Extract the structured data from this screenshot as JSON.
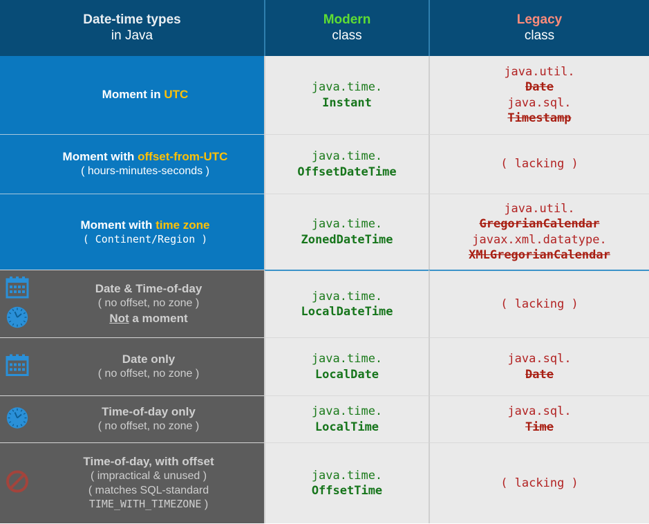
{
  "header": {
    "col1_line1": "Date-time types",
    "col1_line2": "in Java",
    "col2_word": "Modern",
    "col2_line2": "class",
    "col3_word": "Legacy",
    "col3_line2": "class"
  },
  "colors": {
    "header_bg": "#084c77",
    "blue_row": "#0b78bf",
    "gray_row": "#5c5c5c",
    "code_bg": "#eaeaea",
    "modern_green": "#5fdd33",
    "legacy_salmon": "#ff8b7a",
    "highlight_amber": "#ffc107",
    "modern_code": "#16751b",
    "legacy_code": "#b22222"
  },
  "rows": [
    {
      "style": "blue",
      "icons": [],
      "desc_main_pre": "Moment in ",
      "desc_main_hl": "UTC",
      "desc_sub": "",
      "desc_sub3": "",
      "modern": [
        {
          "pkg": "java.time.",
          "cls": "Instant"
        }
      ],
      "legacy": [
        {
          "pkg": "java.util.",
          "cls": "Date"
        },
        {
          "pkg": "java.sql.",
          "cls": "Timestamp"
        }
      ],
      "legacy_lacking": ""
    },
    {
      "style": "blue",
      "icons": [],
      "desc_main_pre": "Moment with ",
      "desc_main_hl": "offset-from-UTC",
      "desc_sub": "( hours-minutes-seconds )",
      "desc_sub3": "",
      "modern": [
        {
          "pkg": "java.time.",
          "cls": "OffsetDateTime"
        }
      ],
      "legacy": [],
      "legacy_lacking": "( lacking )"
    },
    {
      "style": "blue",
      "icons": [],
      "desc_main_pre": "Moment with ",
      "desc_main_hl": "time zone",
      "desc_sub_mono": "( Continent/Region )",
      "desc_sub3": "",
      "modern": [
        {
          "pkg": "java.time.",
          "cls": "ZonedDateTime"
        }
      ],
      "legacy": [
        {
          "pkg": "java.util.",
          "cls": "GregorianCalendar"
        },
        {
          "pkg": "javax.xml.datatype.",
          "cls": "XMLGregorianCalendar"
        }
      ],
      "legacy_lacking": ""
    },
    {
      "style": "gray",
      "icons": [
        "calendar-icon",
        "clock-icon"
      ],
      "desc_main_pre": "Date & Time-of-day",
      "desc_main_hl": "",
      "desc_sub": "( no offset, no zone )",
      "desc_sub3_u": "Not",
      "desc_sub3_rest": " a moment",
      "modern": [
        {
          "pkg": "java.time.",
          "cls": "LocalDateTime"
        }
      ],
      "legacy": [],
      "legacy_lacking": "( lacking )"
    },
    {
      "style": "gray",
      "icons": [
        "calendar-icon"
      ],
      "desc_main_pre": "Date only",
      "desc_main_hl": "",
      "desc_sub": "( no offset, no zone )",
      "desc_sub3": "",
      "modern": [
        {
          "pkg": "java.time.",
          "cls": "LocalDate"
        }
      ],
      "legacy": [
        {
          "pkg": "java.sql.",
          "cls": "Date"
        }
      ],
      "legacy_lacking": ""
    },
    {
      "style": "gray",
      "icons": [
        "clock-icon"
      ],
      "desc_main_pre": "Time-of-day only",
      "desc_main_hl": "",
      "desc_sub": "( no offset, no zone )",
      "desc_sub3": "",
      "modern": [
        {
          "pkg": "java.time.",
          "cls": "LocalTime"
        }
      ],
      "legacy": [
        {
          "pkg": "java.sql.",
          "cls": "Time"
        }
      ],
      "legacy_lacking": ""
    },
    {
      "style": "gray",
      "icons": [
        "prohibition-icon"
      ],
      "desc_main_pre": "Time-of-day, with offset",
      "desc_main_hl": "",
      "desc_sub": "( impractical & unused )",
      "desc_sub3": "( matches SQL-standard",
      "desc_sub4_mono": "TIME_WITH_TIMEZONE",
      "desc_sub4_tail": " )",
      "modern": [
        {
          "pkg": "java.time.",
          "cls": "OffsetTime"
        }
      ],
      "legacy": [],
      "legacy_lacking": "( lacking )"
    }
  ]
}
